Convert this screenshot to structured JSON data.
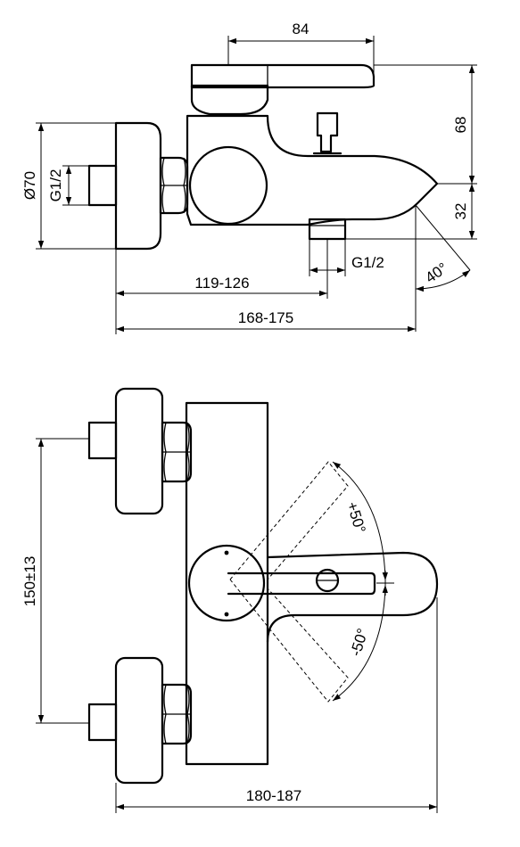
{
  "side_view": {
    "dim_lever_length": "84",
    "dim_height_upper": "68",
    "dim_height_lower": "32",
    "dim_flange_diameter": "Ø70",
    "dim_inlet_thread": "G1/2",
    "dim_outlet_thread": "G1/2",
    "dim_outlet_angle": "40°",
    "dim_outlet_distance": "119-126",
    "dim_spout_projection": "168-175"
  },
  "front_view": {
    "dim_inlet_centres": "150±13",
    "dim_lever_rotation_up": "+50°",
    "dim_lever_rotation_down": "-50°",
    "dim_overall_projection": "180-187"
  }
}
